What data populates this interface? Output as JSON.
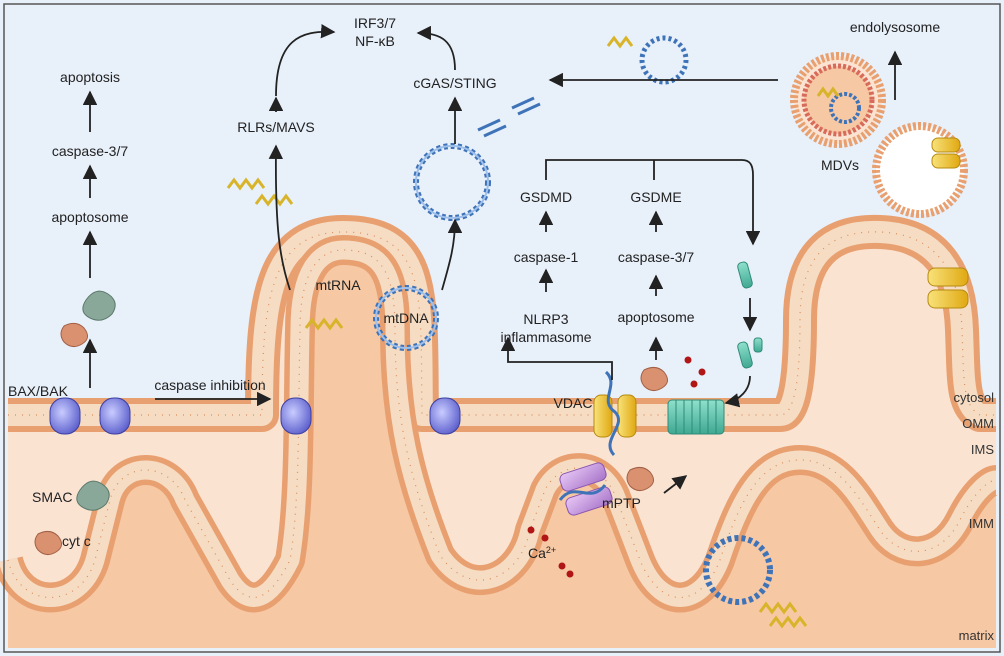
{
  "labels": {
    "irf_line1": "IRF3/7",
    "irf_line2": "NF-κB",
    "endolysosome": "endolysosome",
    "apoptosis": "apoptosis",
    "caspase37_left": "caspase-3/7",
    "apoptosome_left": "apoptosome",
    "rlrs_mavs": "RLRs/MAVS",
    "cgas_sting": "cGAS/STING",
    "mdvs": "MDVs",
    "gsdmd": "GSDMD",
    "gsdme": "GSDME",
    "caspase1": "caspase-1",
    "caspase37_right": "caspase-3/7",
    "nlrp3_line1": "NLRP3",
    "nlrp3_line2": "inflammasome",
    "apoptosome_right": "apoptosome",
    "mtrna": "mtRNA",
    "mtdna": "mtDNA",
    "bax_bak": "BAX/BAK",
    "caspase_inhibition": "caspase inhibition",
    "vdac": "VDAC",
    "smac": "SMAC",
    "cyt_c": "cyt c",
    "mptp": "mPTP",
    "ca": "Ca",
    "ca_sup": "2+",
    "cytosol": "cytosol",
    "omm": "OMM",
    "ims": "IMS",
    "imm": "IMM",
    "matrix": "matrix"
  },
  "colors": {
    "cytosol_bg": "#e8f0fa",
    "ims_bg": "#fbe3d2",
    "matrix_bg": "#f6c8a4",
    "lipid_head": "#e8a070",
    "lipid_tail": "#f6dcc2",
    "bax": "#6a6fd6",
    "vdac": "#f2c81e",
    "mptp": "#c79be0",
    "gsdm_pore": "#5ec7b1",
    "smac": "#8aa89a",
    "cytc": "#d99170",
    "dna": "#3f73b8",
    "rna": "#d8b42a",
    "calcium": "#b01616",
    "arrow": "#222222"
  }
}
